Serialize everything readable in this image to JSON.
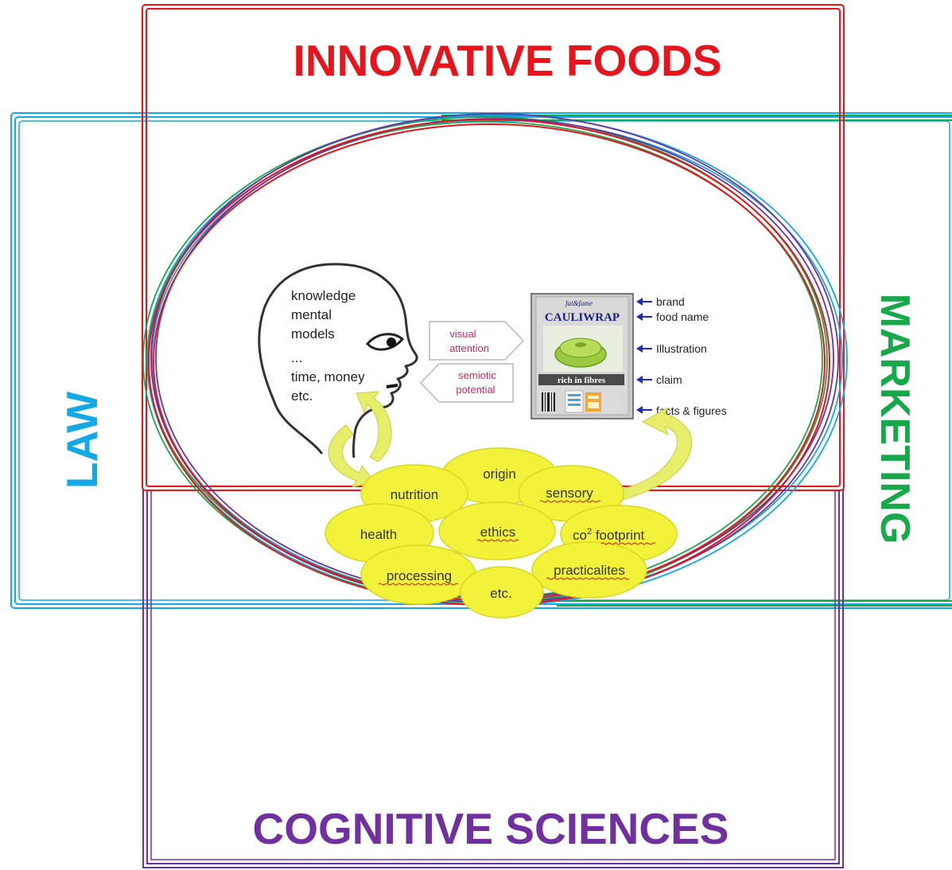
{
  "disciplines": {
    "innovative_foods": "INNOVATIVE FOODS",
    "law": "LAW",
    "marketing": "MARKETING",
    "cognitive_sciences": "COGNITIVE SCIENCES"
  },
  "head": {
    "lines": [
      "knowledge",
      "mental",
      "models",
      "...",
      "time, money",
      "etc."
    ]
  },
  "arrows": {
    "visual_attention": [
      "visual",
      "attention"
    ],
    "semiotic_potential": [
      "semiotic",
      "potential"
    ]
  },
  "package": {
    "brand": "fat&fame",
    "name": "CAULIWRAP",
    "claim": "rich in fibres"
  },
  "package_labels": [
    "brand",
    "food name",
    "Illustration",
    "claim",
    "facts & figures"
  ],
  "attributes": {
    "origin": "origin",
    "nutrition": "nutrition",
    "sensory": "sensory",
    "health": "health",
    "ethics": "ethics",
    "co2_prefix": "co",
    "co2_sup": "2",
    "co2_suffix": " footprint",
    "processing": "processing",
    "practicalites": "practicalites",
    "etc": "etc."
  },
  "colors": {
    "innovative_foods": "#e8141c",
    "law": "#12a9e6",
    "marketing": "#17a84a",
    "cognitive_sciences": "#7030a0",
    "blob_fill": "#f2f23a",
    "blob_stroke": "#d8d81e",
    "arrow_fill": "#e6ee6a"
  }
}
